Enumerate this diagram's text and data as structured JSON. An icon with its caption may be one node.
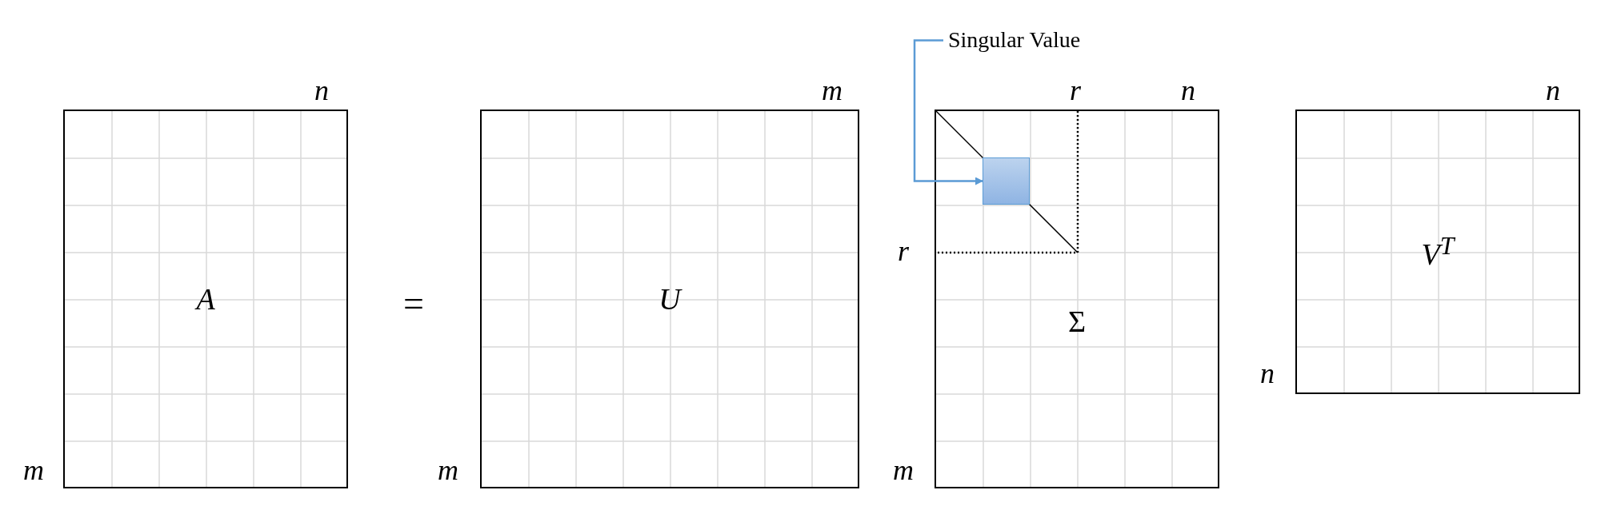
{
  "diagram": {
    "nodes": [
      {
        "text": [
          "Singular Value"
        ]
      },
      {
        "text": [
          "A"
        ],
        "beside": [
          "n",
          "m"
        ]
      },
      {
        "text": [
          "U"
        ],
        "beside": [
          "m",
          "m"
        ]
      },
      {
        "text": [
          "Σ"
        ],
        "beside": [
          "r",
          "n",
          "r",
          "m"
        ]
      },
      {
        "text": [],
        "shape": "box",
        "in": 3
      },
      {
        "text": [
          "V$^{T}$"
        ],
        "beside": [
          "n",
          "n"
        ]
      }
    ],
    "edges": [
      {
        "from": 0,
        "to": 4,
        "arrow": "to",
        "color": "#5b9bd5"
      }
    ],
    "labels": [
      "="
    ]
  }
}
